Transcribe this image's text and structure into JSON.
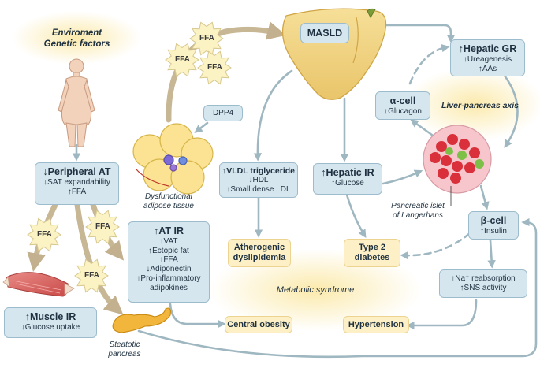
{
  "colors": {
    "arrow": "#9fb7c1",
    "blue_box": "#d6e6ef",
    "cream_box": "#fdf0c6",
    "burst": "#fbf3c4",
    "glow": "#fbe9a8",
    "liver": "#f3d98a",
    "pancreas": "#f2b63c"
  },
  "top_left": {
    "line1": "Enviroment",
    "line2": "Genetic factors"
  },
  "peripheral_at": {
    "title": "↓Peripheral AT",
    "lines": [
      "↓SAT expandability",
      "↑FFA"
    ]
  },
  "muscle_ir": {
    "title": "↑Muscle IR",
    "lines": [
      "↓Glucose uptake"
    ]
  },
  "at_ir": {
    "title": "↑AT IR",
    "lines": [
      "↑VAT",
      "↑Ectopic fat",
      "↑FFA",
      "↓Adiponectin",
      "↑Pro-inflammatory",
      "adipokines"
    ]
  },
  "dpp4": "DPP4",
  "masld": "MASLD",
  "vldl": {
    "title": "↑VLDL triglyceride",
    "lines": [
      "↓HDL",
      "↑Small dense LDL"
    ]
  },
  "hepatic_ir": {
    "title": "↑Hepatic IR",
    "lines": [
      "↑Glucose"
    ]
  },
  "hepatic_gr": {
    "title": "↑Hepatic GR",
    "lines": [
      "↑Ureagenesis",
      "↑AAs"
    ]
  },
  "alpha_cell": {
    "title": "α-cell",
    "lines": [
      "↑Glucagon"
    ]
  },
  "beta_cell": {
    "title": "β-cell",
    "lines": [
      "↑Insulin"
    ]
  },
  "na_box": {
    "lines": [
      "↑Na⁺ reabsorption",
      "↑SNS activity"
    ]
  },
  "liver_pancreas_axis": "Liver-pancreas axis",
  "islet_label": {
    "line1": "Pancreatic islet",
    "line2": "of Langerhans"
  },
  "adipose_label": {
    "line1": "Dysfunctional",
    "line2": "adipose tissue"
  },
  "steatotic_label": {
    "line1": "Steatotic",
    "line2": "pancreas"
  },
  "atherogenic": {
    "line1": "Atherogenic",
    "line2": "dyslipidemia"
  },
  "type2": {
    "line1": "Type 2",
    "line2": "diabetes"
  },
  "metabolic_syndrome": "Metabolic syndrome",
  "central_obesity": "Central obesity",
  "hypertension": "Hypertension",
  "ffa_label": "FFA"
}
